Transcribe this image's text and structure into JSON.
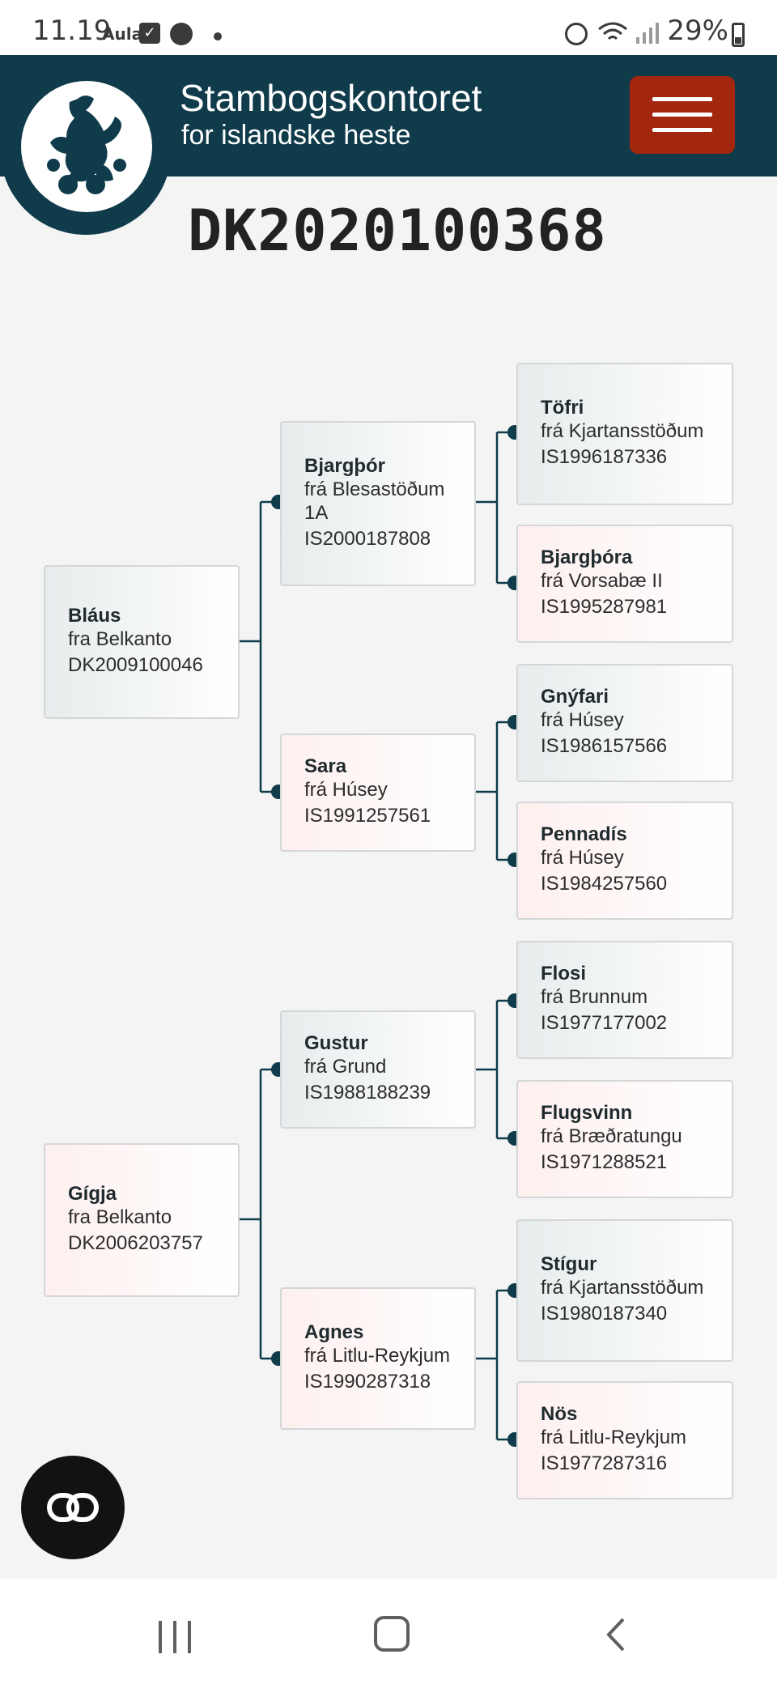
{
  "status_bar": {
    "time": "11.19",
    "app_label": "Aula",
    "battery": "29%",
    "icons": [
      "checkbox-icon",
      "messenger-icon",
      "dot-icon",
      "alarm-icon",
      "wifi-icon",
      "signal-icon",
      "battery-icon"
    ]
  },
  "header": {
    "title": "Stambogskontoret",
    "subtitle": "for islandske heste",
    "menu_icon": "hamburger-icon",
    "logo_icon": "horse-logo-icon"
  },
  "registration": "DK2020100368",
  "pedigree": {
    "sire": {
      "name": "Bláus",
      "origin": "fra Belkanto",
      "reg": "DK2009100046"
    },
    "dam": {
      "name": "Gígja",
      "origin": "fra Belkanto",
      "reg": "DK2006203757"
    },
    "sire_sire": {
      "name": "Bjargþór",
      "origin": "frá Blesastöðum 1A",
      "reg": "IS2000187808"
    },
    "sire_dam": {
      "name": "Sara",
      "origin": "frá Húsey",
      "reg": "IS1991257561"
    },
    "dam_sire": {
      "name": "Gustur",
      "origin": "frá Grund",
      "reg": "IS1988188239"
    },
    "dam_dam": {
      "name": "Agnes",
      "origin": "frá Litlu-Reykjum",
      "reg": "IS1990287318"
    },
    "ss_sire": {
      "name": "Töfri",
      "origin": "frá Kjartansstöðum",
      "reg": "IS1996187336"
    },
    "ss_dam": {
      "name": "Bjargþóra",
      "origin": "frá Vorsabæ II",
      "reg": "IS1995287981"
    },
    "sd_sire": {
      "name": "Gnýfari",
      "origin": "frá Húsey",
      "reg": "IS1986157566"
    },
    "sd_dam": {
      "name": "Pennadís",
      "origin": "frá Húsey",
      "reg": "IS1984257560"
    },
    "ds_sire": {
      "name": "Flosi",
      "origin": "frá Brunnum",
      "reg": "IS1977177002"
    },
    "ds_dam": {
      "name": "Flugsvinn",
      "origin": "frá Bræðratungu",
      "reg": "IS1971288521"
    },
    "dd_sire": {
      "name": "Stígur",
      "origin": "frá Kjartansstöðum",
      "reg": "IS1980187340"
    },
    "dd_dam": {
      "name": "Nös",
      "origin": "frá Litlu-Reykjum",
      "reg": "IS1977287316"
    }
  },
  "fab_icon": "link-icon",
  "nav": {
    "recent_icon": "recent-apps-icon",
    "home_icon": "home-icon",
    "back_icon": "back-icon"
  },
  "colors": {
    "header": "#0f3b4a",
    "menu_button": "#a3260f",
    "connector": "#0f3b4a"
  }
}
